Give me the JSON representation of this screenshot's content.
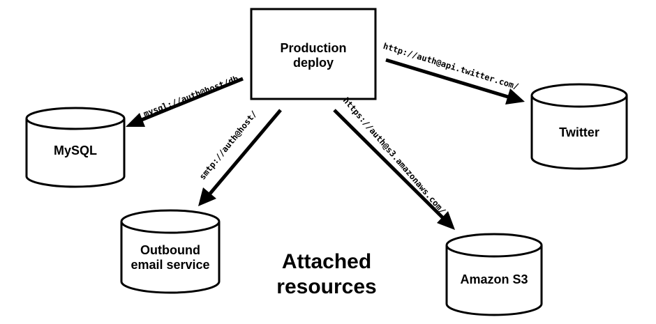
{
  "diagram": {
    "center": {
      "label_line1": "Production",
      "label_line2": "deploy"
    },
    "resources": {
      "mysql": {
        "label": "MySQL"
      },
      "email": {
        "label_line1": "Outbound",
        "label_line2": "email service"
      },
      "s3": {
        "label": "Amazon S3"
      },
      "twitter": {
        "label": "Twitter"
      }
    },
    "connections": {
      "mysql": "mysql://auth@host/db",
      "smtp": "smtp://auth@host/",
      "s3": "https://auth@s3.amazonaws.com/",
      "twitter": "http://auth@api.twitter.com/"
    },
    "caption_line1": "Attached",
    "caption_line2": "resources"
  }
}
